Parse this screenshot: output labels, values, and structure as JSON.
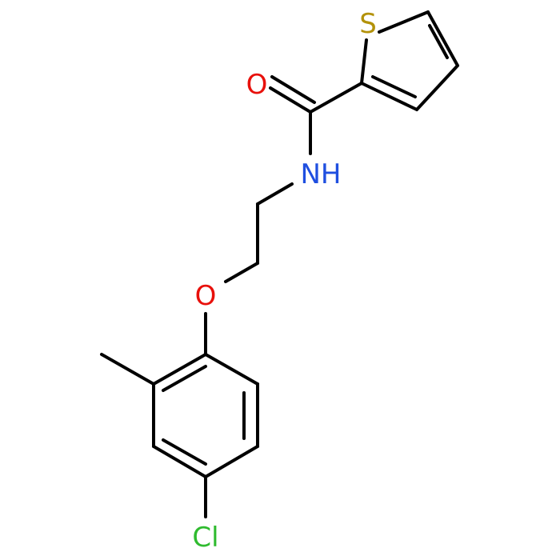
{
  "molecule": {
    "atoms": {
      "sulfur": {
        "label": "S",
        "color": "#b3920a"
      },
      "carbonyl_oxygen": {
        "label": "O",
        "color": "#e8100b"
      },
      "amide_nitrogen": {
        "label": "NH",
        "color": "#1f4fe0"
      },
      "ether_oxygen": {
        "label": "O",
        "color": "#e8100b"
      },
      "chlorine": {
        "label": "Cl",
        "color": "#2fbb2f"
      }
    },
    "bond_color": "#000000"
  }
}
